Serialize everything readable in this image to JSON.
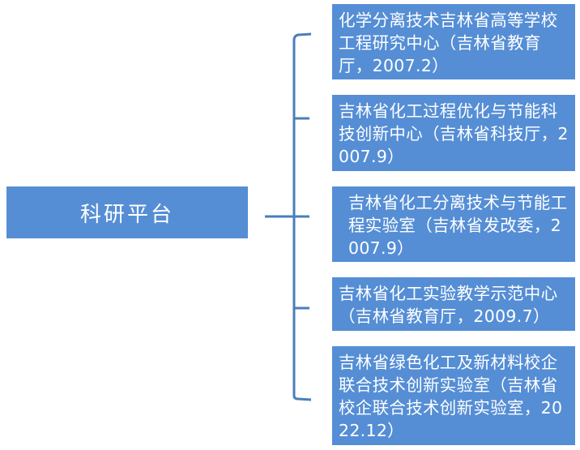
{
  "root": {
    "label": "科研平台"
  },
  "items": [
    {
      "label": "化学分离技术吉林省高等学校工程研究中心（吉林省教育厅，2007.2）"
    },
    {
      "label": "吉林省化工过程优化与节能科技创新中心（吉林省科技厅，2007.9）"
    },
    {
      "label": "吉林省化工分离技术与节能工程实验室（吉林省发改委，2007.9）"
    },
    {
      "label": "吉林省化工实验教学示范中心（吉林省教育厅，2009.7）"
    },
    {
      "label": "吉林省绿色化工及新材料校企联合技术创新实验室（吉林省校企联合技术创新实验室，2022.12）"
    }
  ],
  "colors": {
    "box": "#558ed5",
    "connector": "#4a7ebb"
  }
}
